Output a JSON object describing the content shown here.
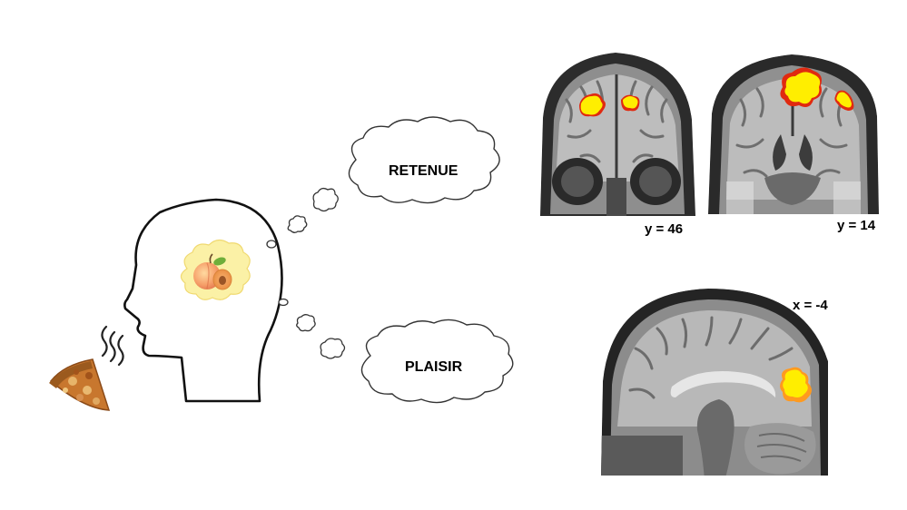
{
  "thought_clouds": {
    "top_label": "RETENUE",
    "bottom_label": "PLAISIR"
  },
  "brain_slices": {
    "coronal_anterior": {
      "coordinate_label": "y = 46"
    },
    "coronal_posterior": {
      "coordinate_label": "y = 14"
    },
    "sagittal": {
      "coordinate_label": "x = -4"
    }
  },
  "colors": {
    "activation_yellow": "#ffee00",
    "activation_orange": "#ff9a1f",
    "activation_red": "#e02a10",
    "mri_gray": "#7d7d7d",
    "outline": "#111111"
  },
  "icons": {
    "food": "pizza-slice-icon",
    "thought_content": "peach-icon",
    "smell": "smell-lines-icon"
  }
}
